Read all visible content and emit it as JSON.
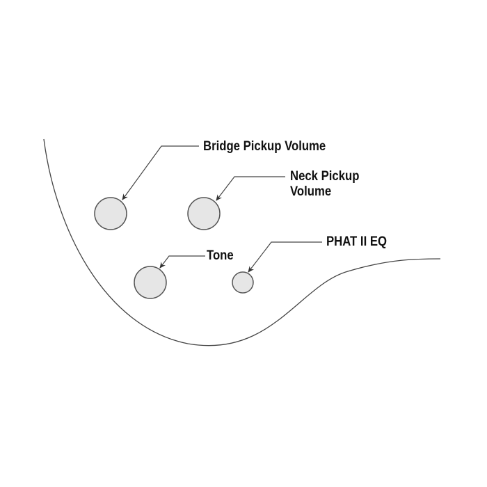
{
  "labels": {
    "bridge_volume": "Bridge Pickup Volume",
    "neck_volume_line1": "Neck Pickup",
    "neck_volume_line2": "Volume",
    "tone": "Tone",
    "phat_eq": "PHAT II EQ"
  },
  "colors": {
    "knob_fill": "#e6e6e6",
    "stroke": "#444444",
    "text": "#111111"
  }
}
